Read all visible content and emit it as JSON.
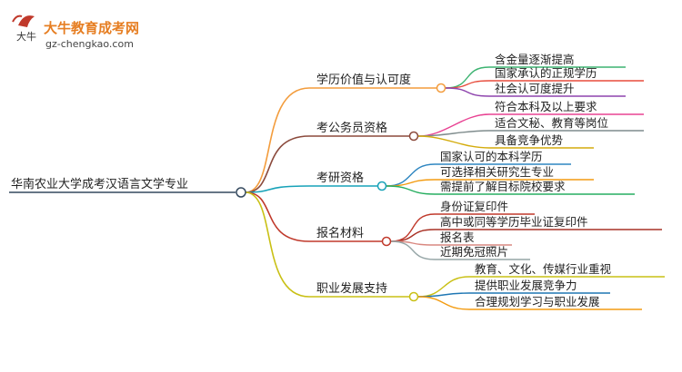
{
  "logo": {
    "brand_name": "大牛教育成考网",
    "brand_url": "gz-chengkao.com",
    "emblem_text": "大牛",
    "emblem_color": "#c0392b"
  },
  "mindmap": {
    "root": {
      "label": "华南农业大学成考汉语言文学专业"
    },
    "branches": [
      {
        "label": "学历价值与认可度",
        "color": "#f39c3c",
        "children": [
          "含金量逐渐提高",
          "国家承认的正规学历",
          "社会认可度提升"
        ],
        "child_colors": [
          "#3cb371",
          "#e74c3c",
          "#8e44ad"
        ]
      },
      {
        "label": "考公务员资格",
        "color": "#8b4a3c",
        "children": [
          "符合本科及以上要求",
          "适合文秘、教育等岗位",
          "具备竞争优势"
        ],
        "child_colors": [
          "#e84393",
          "#7f8c8d",
          "#d4ac0d"
        ]
      },
      {
        "label": "考研资格",
        "color": "#17a2b8",
        "children": [
          "国家认可的本科学历",
          "可选择相关研究生专业",
          "需提前了解目标院校要求"
        ],
        "child_colors": [
          "#2e86c1",
          "#f39c12",
          "#27ae60"
        ]
      },
      {
        "label": "报名材料",
        "color": "#c0392b",
        "children": [
          "身份证复印件",
          "高中或同等学历毕业证复印件",
          "报名表",
          "近期免冠照片"
        ],
        "child_colors": [
          "#c0392b",
          "#a93226",
          "#d98880",
          "#95a5a6"
        ]
      },
      {
        "label": "职业发展支持",
        "color": "#c9c015",
        "children": [
          "教育、文化、传媒行业重视",
          "提供职业发展竞争力",
          "合理规划学习与职业发展"
        ],
        "child_colors": [
          "#c9c015",
          "#1f77b4",
          "#f39c12"
        ]
      }
    ]
  }
}
